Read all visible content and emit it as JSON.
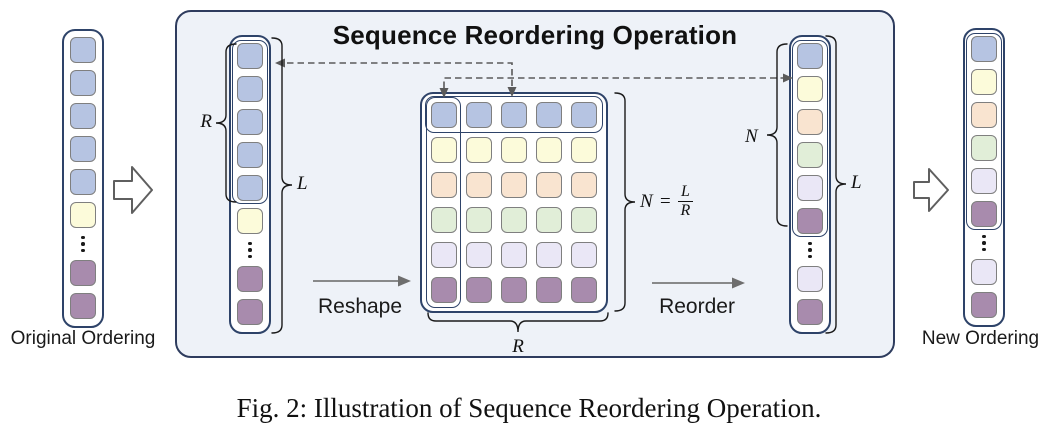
{
  "caption": "Fig. 2: Illustration of Sequence Reordering Operation.",
  "panel": {
    "title": "Sequence Reordering Operation"
  },
  "operations": {
    "reshape": "Reshape",
    "reorder": "Reorder"
  },
  "braces": {
    "rows_label": "R",
    "length_label": "L",
    "groups_label": "N"
  },
  "formula": {
    "lhs": "N",
    "eq": "=",
    "num": "L",
    "den": "R"
  },
  "palette": {
    "blue": "#b6c4e2",
    "yellow": "#fcfbda",
    "peach": "#f9e4d0",
    "green": "#e1eed8",
    "lavender": "#eae7f6",
    "purple": "#a88bad"
  },
  "accent_colors": {
    "container_border": "#2e4369",
    "panel_background": "#eef2f8",
    "panel_border": "#2e3c5e",
    "dashed_connector": "#5a5a5a",
    "solid_arrow": "#6e6e6e"
  },
  "columns": [
    {
      "id": "original",
      "label": "Original Ordering",
      "cells": [
        "blue",
        "blue",
        "blue",
        "blue",
        "blue",
        "yellow",
        "dots",
        "purple",
        "purple"
      ]
    },
    {
      "id": "pre-reshape",
      "cells": [
        "blue",
        "blue",
        "blue",
        "blue",
        "blue",
        "yellow",
        "dots",
        "purple",
        "purple"
      ]
    },
    {
      "id": "post-reshape",
      "cells": [
        "blue",
        "yellow",
        "peach",
        "green",
        "lavender",
        "purple",
        "dots",
        "lavender",
        "purple"
      ]
    },
    {
      "id": "new",
      "label": "New Ordering",
      "cells": [
        "blue",
        "yellow",
        "peach",
        "green",
        "lavender",
        "purple",
        "dots",
        "lavender",
        "purple"
      ]
    }
  ],
  "grid": {
    "rows": 6,
    "cols": 5,
    "row_colors": [
      "blue",
      "yellow",
      "peach",
      "green",
      "lavender",
      "purple"
    ],
    "highlight_row": 0,
    "highlight_col": 0
  }
}
